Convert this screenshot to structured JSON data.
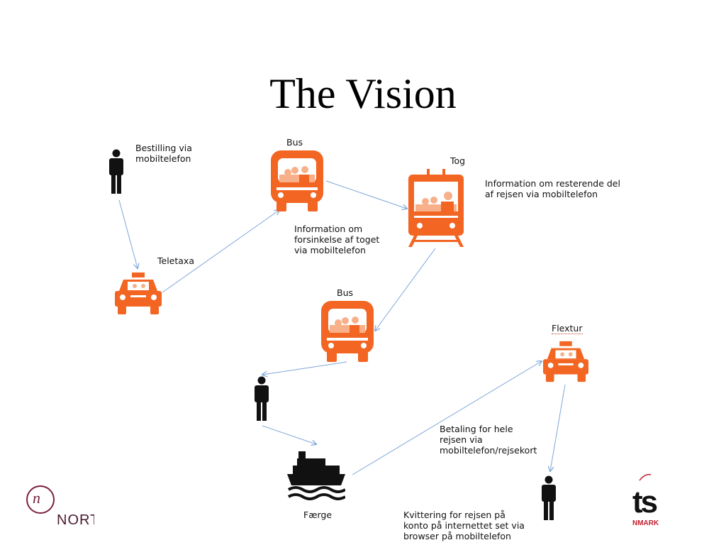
{
  "title": "The Vision",
  "labels": {
    "bestilling": "Bestilling via\nmobiltelefon",
    "bus1": "Bus",
    "tog": "Tog",
    "info_rest": "Information om resterende del\naf rejsen via mobiltelefon",
    "teletaxa": "Teletaxa",
    "info_forsinkelse": "Information om\nforsinkelse af toget\nvia mobiltelefon",
    "bus2": "Bus",
    "flextur": "Flextur",
    "betaling": "Betaling for hele\nrejsen via\nmobiltelefon/rejsekort",
    "faerge": "Færge",
    "kvittering": "Kvittering for rejsen på\nkonto på internettet set via\nbrowser på mobiltelefon"
  },
  "logos": {
    "left_mark": "n",
    "left_word": "NORT",
    "right_mark": "ts",
    "right_word": "NMARK"
  },
  "colors": {
    "vehicle_orange": "#f26522",
    "vehicle_light": "#f8b08a",
    "person": "#111111",
    "arrow": "#7ea6d8"
  },
  "icons": [
    "person-icon",
    "bus-icon",
    "train-icon",
    "taxi-icon",
    "ferry-icon"
  ]
}
